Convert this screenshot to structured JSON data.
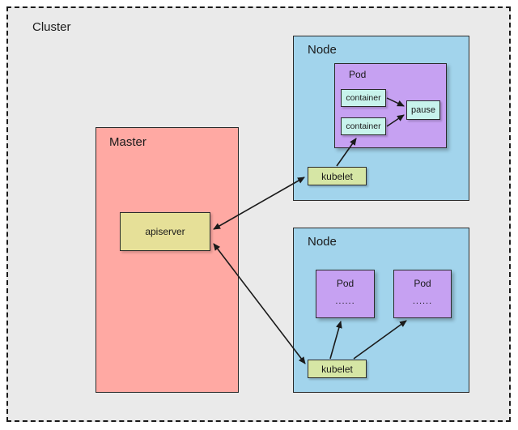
{
  "cluster": {
    "label": "Cluster"
  },
  "master": {
    "label": "Master",
    "apiserver": {
      "label": "apiserver"
    }
  },
  "node_top": {
    "label": "Node",
    "pod": {
      "label": "Pod",
      "containers": [
        "container",
        "container"
      ],
      "pause": "pause"
    },
    "kubelet": "kubelet"
  },
  "node_bottom": {
    "label": "Node",
    "pods": [
      {
        "label": "Pod",
        "dots": "......"
      },
      {
        "label": "Pod",
        "dots": "......"
      }
    ],
    "kubelet": "kubelet"
  },
  "colors": {
    "cluster_bg": "#EAEAEA",
    "master_bg": "#FFA9A3",
    "node_bg": "#A2D4EC",
    "pod_bg": "#C6A1F2",
    "container_bg": "#C8F3EC",
    "kubelet_bg": "#D6E6A5",
    "apiserver_bg": "#E6E098",
    "line": "#1A1A1A"
  }
}
